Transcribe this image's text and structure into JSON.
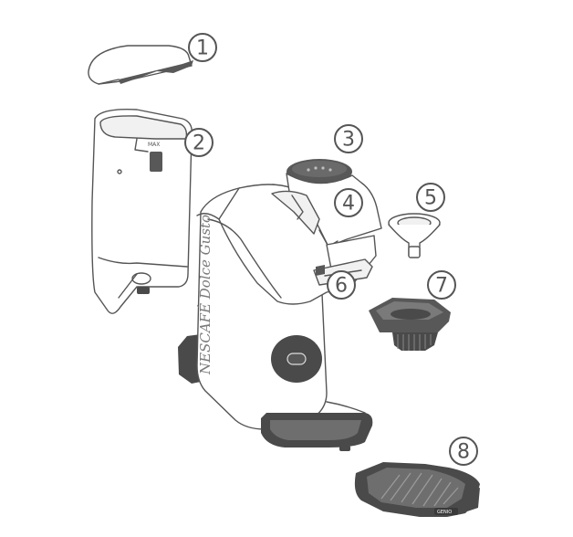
{
  "parts": [
    {
      "number": "1",
      "part": "water-tank-lid"
    },
    {
      "number": "2",
      "part": "water-tank"
    },
    {
      "number": "3",
      "part": "control-panel"
    },
    {
      "number": "4",
      "part": "capsule-holder-lever"
    },
    {
      "number": "5",
      "part": "cold-water-capsule-holder-insert"
    },
    {
      "number": "6",
      "part": "capsule-holder"
    },
    {
      "number": "7",
      "part": "capsule-holder-assembly"
    },
    {
      "number": "8",
      "part": "drip-tray"
    }
  ],
  "labels": {
    "brand": "NESCAFÉ Dolce Gusto",
    "tank_max": "MAX",
    "drip_tray_mark": "GENIO"
  },
  "colors": {
    "outline": "#555555",
    "dark_part": "#585858",
    "body": "#ffffff"
  }
}
